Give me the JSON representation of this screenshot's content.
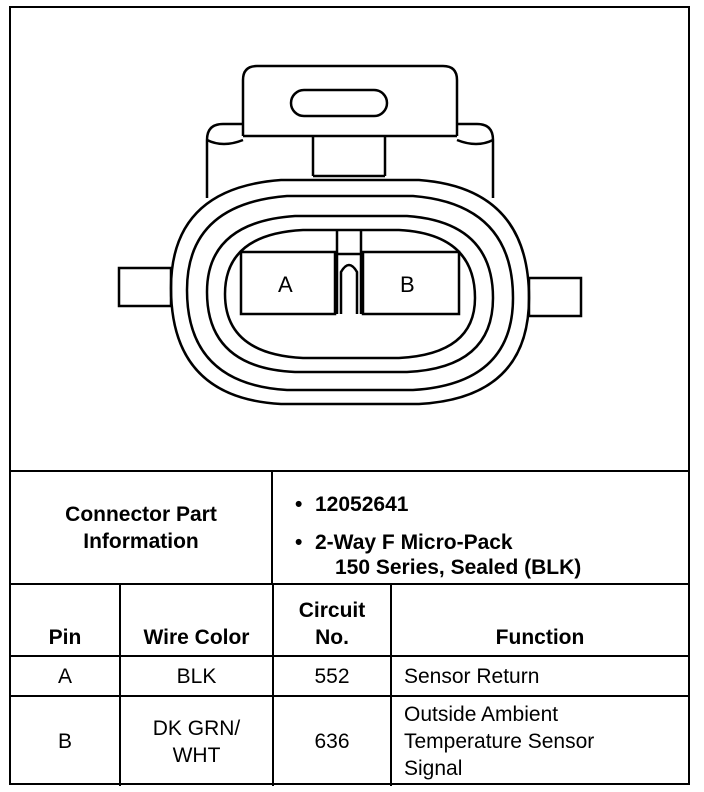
{
  "connector": {
    "pin_a": "A",
    "pin_b": "B"
  },
  "info": {
    "label_line1": "Connector Part",
    "label_line2": "Information",
    "bullet1": "12052641",
    "bullet2_line1": "2-Way F Micro-Pack",
    "bullet2_line2": "150 Series, Sealed (BLK)"
  },
  "table": {
    "headers": {
      "pin": "Pin",
      "wire_color": "Wire Color",
      "circuit_line1": "Circuit",
      "circuit_line2": "No.",
      "function": "Function"
    },
    "rows": [
      {
        "pin": "A",
        "wire_color_line1": "BLK",
        "wire_color_line2": "",
        "circuit": "552",
        "function_line1": "Sensor Return",
        "function_line2": "",
        "function_line3": ""
      },
      {
        "pin": "B",
        "wire_color_line1": "DK GRN/",
        "wire_color_line2": "WHT",
        "circuit": "636",
        "function_line1": "Outside Ambient",
        "function_line2": "Temperature Sensor",
        "function_line3": "Signal"
      }
    ]
  }
}
